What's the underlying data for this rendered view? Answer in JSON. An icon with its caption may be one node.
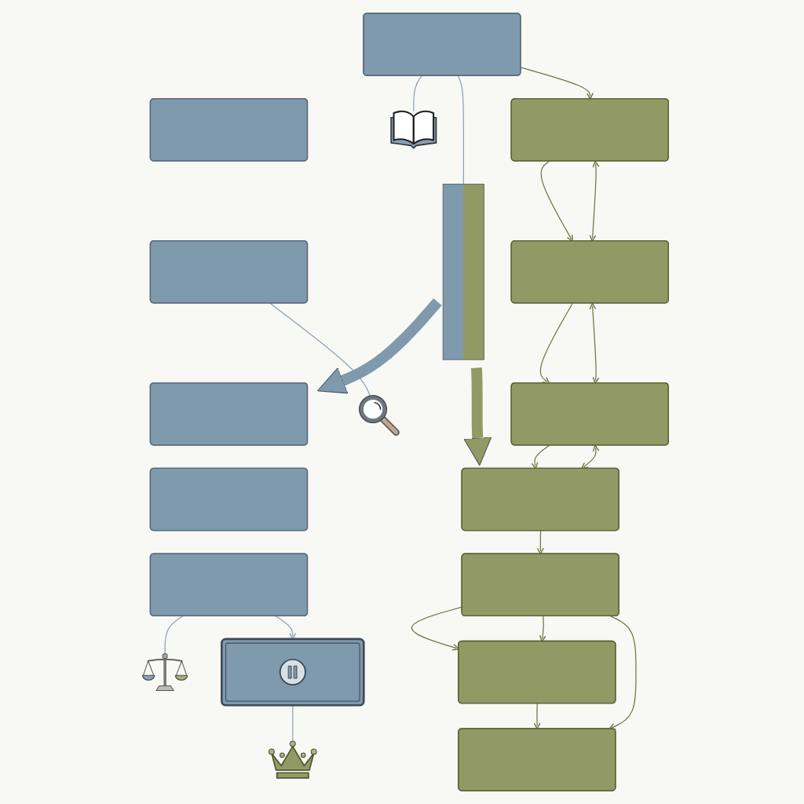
{
  "diagram": {
    "nodes": [
      {
        "text": [],
        "shape": "box"
      },
      {
        "text": [],
        "shape": "box"
      },
      {
        "text": [],
        "shape": "box"
      },
      {
        "text": [],
        "shape": "box"
      },
      {
        "text": [],
        "shape": "box"
      },
      {
        "text": [],
        "shape": "box"
      },
      {
        "text": [],
        "shape": "box"
      },
      {
        "text": [],
        "shape": "box"
      },
      {
        "text": [],
        "shape": "box"
      },
      {
        "text": [],
        "shape": "box"
      },
      {
        "text": [],
        "shape": "box"
      },
      {
        "text": [],
        "shape": "box"
      },
      {
        "text": [],
        "shape": "box"
      },
      {
        "text": [],
        "shape": "box"
      },
      {
        "text": [],
        "shape": "picture"
      },
      {
        "text": [],
        "shape": "picture"
      },
      {
        "text": [],
        "shape": "picture"
      },
      {
        "text": [],
        "shape": "picture"
      },
      {
        "text": [],
        "shape": "bar"
      },
      {
        "text": [],
        "shape": "circle",
        "in": 6
      }
    ],
    "edges": [
      {
        "from": 0,
        "to": 14,
        "arrow": "none",
        "color": "#8aa0b4"
      },
      {
        "from": 2,
        "to": 15,
        "arrow": "none",
        "color": "#8aa0b4"
      },
      {
        "from": 5,
        "to": 16,
        "arrow": "none",
        "color": "#8aa0b4"
      },
      {
        "from": 5,
        "to": 6,
        "arrow": "to",
        "color": "#8aa0b4"
      },
      {
        "from": 6,
        "to": 17,
        "arrow": "none",
        "color": "#8aa0b4"
      },
      {
        "from": 0,
        "to": 18,
        "arrow": "none",
        "color": "#8aa0b4"
      },
      {
        "from": 18,
        "to": 3,
        "arrow": "to",
        "style": "thick",
        "color": "#7f99ad"
      },
      {
        "from": 18,
        "to": 10,
        "arrow": "to",
        "style": "thick",
        "color": "#919a64"
      },
      {
        "from": 0,
        "to": 7,
        "arrow": "to"
      },
      {
        "from": 7,
        "to": 8,
        "arrow": "to"
      },
      {
        "from": 8,
        "to": 9,
        "arrow": "to"
      },
      {
        "from": 9,
        "to": 10,
        "arrow": "to"
      },
      {
        "from": 10,
        "to": 11,
        "arrow": "to"
      },
      {
        "from": 11,
        "to": 12,
        "arrow": "to"
      },
      {
        "from": 12,
        "to": 13,
        "arrow": "to"
      },
      {
        "from": 7,
        "to": 8,
        "arrow": "both"
      },
      {
        "from": 8,
        "to": 9,
        "arrow": "both"
      },
      {
        "from": 9,
        "to": 10,
        "arrow": "both"
      },
      {
        "from": 11,
        "to": 12,
        "arrow": "to"
      },
      {
        "from": 11,
        "to": 13,
        "arrow": "to"
      }
    ]
  }
}
